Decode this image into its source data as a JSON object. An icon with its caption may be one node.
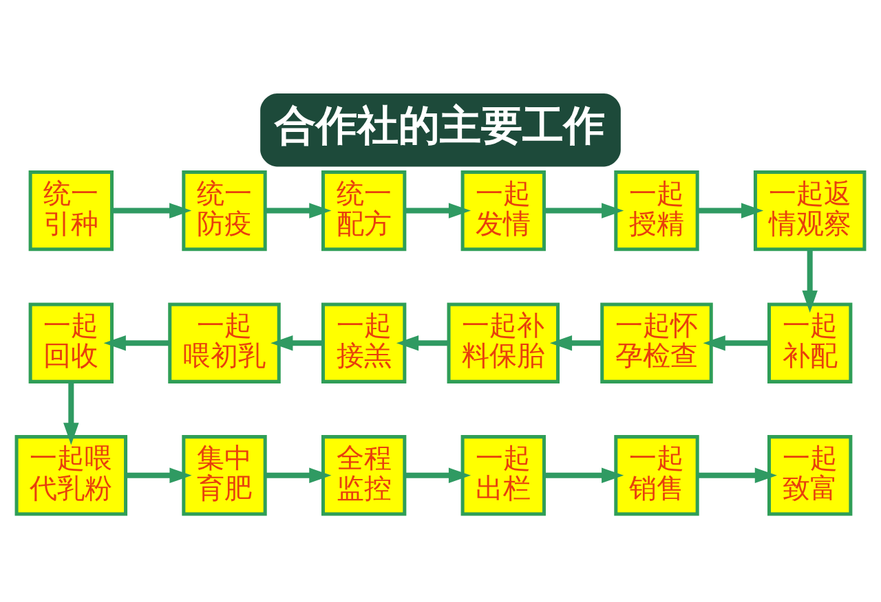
{
  "diagram": {
    "title": "合作社的主要工作",
    "nodes": [
      {
        "text": [
          "统一引种"
        ]
      },
      {
        "text": [
          "统一防疫"
        ]
      },
      {
        "text": [
          "统一配方"
        ]
      },
      {
        "text": [
          "一起发情"
        ]
      },
      {
        "text": [
          "一起授精"
        ]
      },
      {
        "text": [
          "一起返情观察"
        ]
      },
      {
        "text": [
          "一起补配"
        ]
      },
      {
        "text": [
          "一起怀孕检查"
        ]
      },
      {
        "text": [
          "一起补料保胎"
        ]
      },
      {
        "text": [
          "一起接羔"
        ]
      },
      {
        "text": [
          "一起喂初乳"
        ]
      },
      {
        "text": [
          "一起回收"
        ]
      },
      {
        "text": [
          "一起喂代乳粉"
        ]
      },
      {
        "text": [
          "集中育肥"
        ]
      },
      {
        "text": [
          "全程监控"
        ]
      },
      {
        "text": [
          "一起出栏"
        ]
      },
      {
        "text": [
          "一起销售"
        ]
      },
      {
        "text": [
          "一起致富"
        ]
      }
    ],
    "edges": [
      {
        "from": 0,
        "to": 1,
        "arrow": "to"
      },
      {
        "from": 1,
        "to": 2,
        "arrow": "to"
      },
      {
        "from": 2,
        "to": 3,
        "arrow": "to"
      },
      {
        "from": 3,
        "to": 4,
        "arrow": "to"
      },
      {
        "from": 4,
        "to": 5,
        "arrow": "to"
      },
      {
        "from": 5,
        "to": 6,
        "arrow": "to"
      },
      {
        "from": 6,
        "to": 7,
        "arrow": "to"
      },
      {
        "from": 7,
        "to": 8,
        "arrow": "to"
      },
      {
        "from": 8,
        "to": 9,
        "arrow": "to"
      },
      {
        "from": 9,
        "to": 10,
        "arrow": "to"
      },
      {
        "from": 10,
        "to": 11,
        "arrow": "to"
      },
      {
        "from": 11,
        "to": 12,
        "arrow": "to"
      },
      {
        "from": 12,
        "to": 13,
        "arrow": "to"
      },
      {
        "from": 13,
        "to": 14,
        "arrow": "to"
      },
      {
        "from": 14,
        "to": 15,
        "arrow": "to"
      },
      {
        "from": 15,
        "to": 16,
        "arrow": "to"
      },
      {
        "from": 16,
        "to": 17,
        "arrow": "to"
      }
    ]
  }
}
